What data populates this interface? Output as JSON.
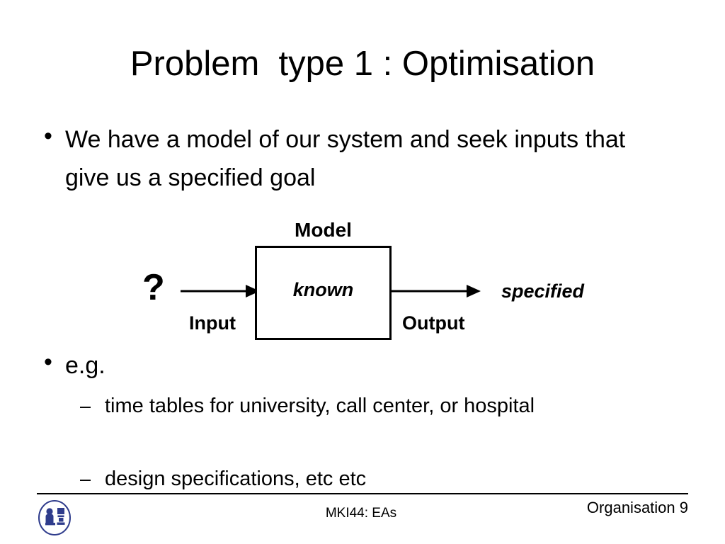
{
  "slide": {
    "title": "Problem  type 1 : Optimisation",
    "bullets": [
      {
        "marker": "•",
        "text": "We have a model of our system and seek inputs that give us a specified goal"
      },
      {
        "marker": "•",
        "text": "e.g."
      }
    ],
    "sub_bullets": [
      {
        "marker": "–",
        "text": "time tables for university, call center, or hospital"
      },
      {
        "marker": "–",
        "text": "design specifications, etc etc"
      }
    ],
    "diagram": {
      "unknown_input_symbol": "?",
      "input_label": "Input",
      "box_title": "Model",
      "box_content": "known",
      "output_label": "Output",
      "result_label": "specified"
    },
    "footer": {
      "center_text": "MKI44: EAs",
      "right_text": "Organisation 9",
      "logo_name": "person-at-terminal-logo",
      "logo_color": "#2F3C8C"
    },
    "colors": {
      "background": "#FFFFFF",
      "text": "#000000",
      "rule": "#000000"
    }
  }
}
